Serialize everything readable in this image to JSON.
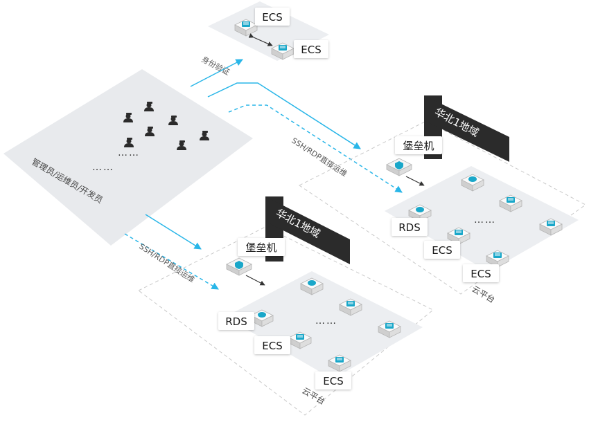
{
  "nodes": {
    "users_group": {
      "label": "管理员/运维员/开发员",
      "more": "……"
    },
    "users_more": "……",
    "top_ecs_1": "ECS",
    "top_ecs_2": "ECS",
    "region_right": {
      "title": "华北1地域",
      "bastion": "堡垒机",
      "rds": "RDS",
      "ecs_1": "ECS",
      "ecs_2": "ECS",
      "more": "……",
      "cloud": "云平台"
    },
    "region_left": {
      "title": "华北1地域",
      "bastion": "堡垒机",
      "rds": "RDS",
      "ecs_1": "ECS",
      "ecs_2": "ECS",
      "more": "……",
      "cloud": "云平台"
    }
  },
  "edges": {
    "auth": "身份验证",
    "ssh_right": "SSH/RDP直接运维",
    "ssh_left": "SSH/RDP直接运维"
  },
  "colors": {
    "accent": "#29b6e8",
    "region_label_bg": "#2b2b2b",
    "panel_fill": "#eceef1",
    "icon_teal": "#1aa7c9"
  }
}
